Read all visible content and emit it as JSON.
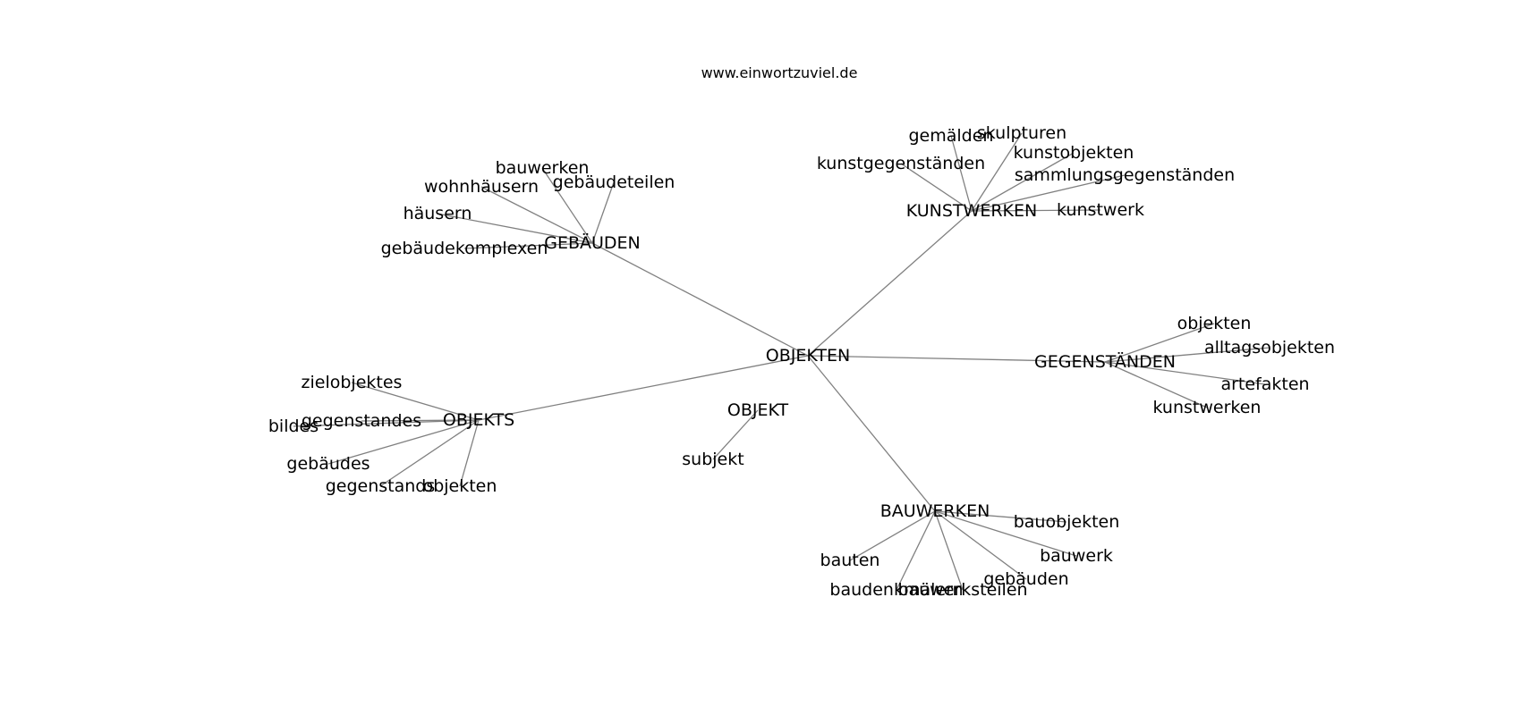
{
  "credit": "www.einwortzuviel.de",
  "graph": {
    "root": "OBJEKTEN",
    "nodes": [
      {
        "id": "OBJEKTEN",
        "label": "OBJEKTEN"
      },
      {
        "id": "GEBÄUDEN",
        "label": "GEBÄUDEN"
      },
      {
        "id": "KUNSTWERKEN",
        "label": "KUNSTWERKEN"
      },
      {
        "id": "GEGENSTÄNDEN",
        "label": "GEGENSTÄNDEN"
      },
      {
        "id": "OBJEKTS",
        "label": "OBJEKTS"
      },
      {
        "id": "OBJEKT",
        "label": "OBJEKT"
      },
      {
        "id": "BAUWERKEN",
        "label": "BAUWERKEN"
      },
      {
        "id": "subjekt",
        "label": "subjekt"
      },
      {
        "id": "bauwerken",
        "label": "bauwerken"
      },
      {
        "id": "gebäudeteilen",
        "label": "gebäudeteilen"
      },
      {
        "id": "wohnhäusern",
        "label": "wohnhäusern"
      },
      {
        "id": "häusern",
        "label": "häusern"
      },
      {
        "id": "gebäudekomplexen",
        "label": "gebäudekomplexen"
      },
      {
        "id": "gemälden",
        "label": "gemälden"
      },
      {
        "id": "skulpturen",
        "label": "skulpturen"
      },
      {
        "id": "kunstobjekten",
        "label": "kunstobjekten"
      },
      {
        "id": "kunstgegenständen",
        "label": "kunstgegenständen"
      },
      {
        "id": "sammlungsgegenständen",
        "label": "sammlungsgegenständen"
      },
      {
        "id": "kunstwerk",
        "label": "kunstwerk"
      },
      {
        "id": "objekten-g",
        "label": "objekten"
      },
      {
        "id": "alltagsobjekten",
        "label": "alltagsobjekten"
      },
      {
        "id": "artefakten",
        "label": "artefakten"
      },
      {
        "id": "kunstwerken",
        "label": "kunstwerken"
      },
      {
        "id": "zielobjektes",
        "label": "zielobjektes"
      },
      {
        "id": "gegenstandes",
        "label": "gegenstandes"
      },
      {
        "id": "bildes",
        "label": "bildes"
      },
      {
        "id": "gebäudes",
        "label": "gebäudes"
      },
      {
        "id": "gegenstands",
        "label": "gegenstands"
      },
      {
        "id": "objekten-o",
        "label": "objekten"
      },
      {
        "id": "bauobjekten",
        "label": "bauobjekten"
      },
      {
        "id": "bauten",
        "label": "bauten"
      },
      {
        "id": "bauwerk",
        "label": "bauwerk"
      },
      {
        "id": "gebäuden",
        "label": "gebäuden"
      },
      {
        "id": "baudenkmälern",
        "label": "baudenkmälern"
      },
      {
        "id": "bauwerksteilen",
        "label": "bauwerksteilen"
      }
    ],
    "edges": [
      [
        "OBJEKTEN",
        "GEBÄUDEN"
      ],
      [
        "OBJEKTEN",
        "KUNSTWERKEN"
      ],
      [
        "OBJEKTEN",
        "GEGENSTÄNDEN"
      ],
      [
        "OBJEKTEN",
        "OBJEKTS"
      ],
      [
        "OBJEKTEN",
        "BAUWERKEN"
      ],
      [
        "OBJEKT",
        "subjekt"
      ],
      [
        "GEBÄUDEN",
        "bauwerken"
      ],
      [
        "GEBÄUDEN",
        "gebäudeteilen"
      ],
      [
        "GEBÄUDEN",
        "wohnhäusern"
      ],
      [
        "GEBÄUDEN",
        "häusern"
      ],
      [
        "GEBÄUDEN",
        "gebäudekomplexen"
      ],
      [
        "KUNSTWERKEN",
        "gemälden"
      ],
      [
        "KUNSTWERKEN",
        "skulpturen"
      ],
      [
        "KUNSTWERKEN",
        "kunstobjekten"
      ],
      [
        "KUNSTWERKEN",
        "kunstgegenständen"
      ],
      [
        "KUNSTWERKEN",
        "sammlungsgegenständen"
      ],
      [
        "KUNSTWERKEN",
        "kunstwerk"
      ],
      [
        "GEGENSTÄNDEN",
        "objekten-g"
      ],
      [
        "GEGENSTÄNDEN",
        "alltagsobjekten"
      ],
      [
        "GEGENSTÄNDEN",
        "artefakten"
      ],
      [
        "GEGENSTÄNDEN",
        "kunstwerken"
      ],
      [
        "OBJEKTS",
        "zielobjektes"
      ],
      [
        "OBJEKTS",
        "gegenstandes"
      ],
      [
        "OBJEKTS",
        "bildes"
      ],
      [
        "OBJEKTS",
        "gebäudes"
      ],
      [
        "OBJEKTS",
        "gegenstands"
      ],
      [
        "OBJEKTS",
        "objekten-o"
      ],
      [
        "BAUWERKEN",
        "bauobjekten"
      ],
      [
        "BAUWERKEN",
        "bauten"
      ],
      [
        "BAUWERKEN",
        "bauwerk"
      ],
      [
        "BAUWERKEN",
        "gebäuden"
      ],
      [
        "BAUWERKEN",
        "baudenkmälern"
      ],
      [
        "BAUWERKEN",
        "bauwerksteilen"
      ]
    ]
  }
}
